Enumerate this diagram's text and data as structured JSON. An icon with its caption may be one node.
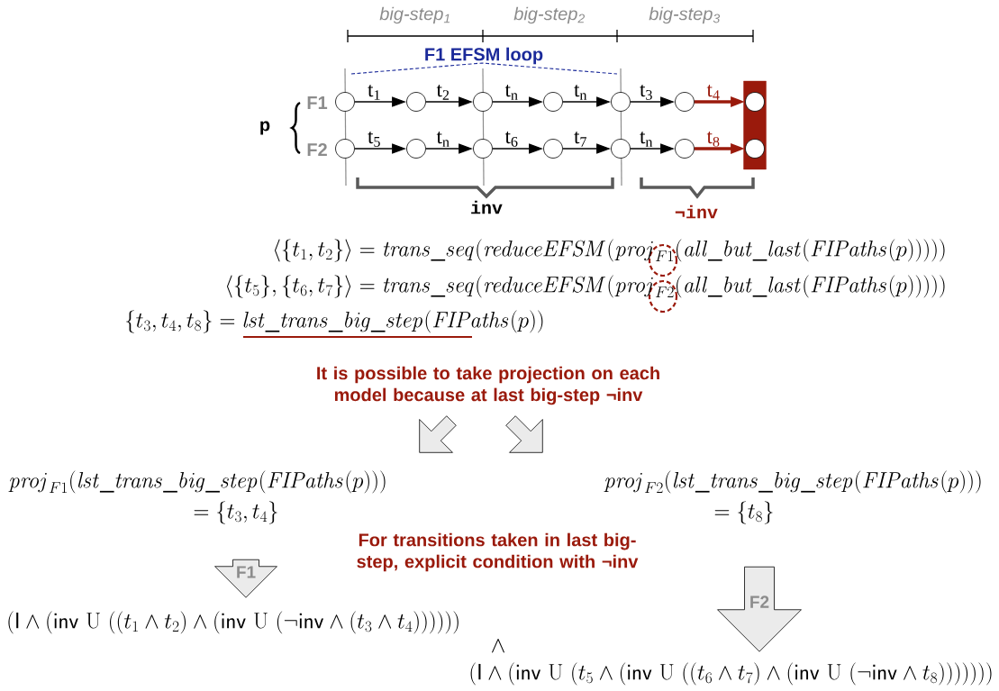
{
  "diagram": {
    "nodes": [
      {
        "text": [],
        "shape": "bar"
      },
      {
        "text": [],
        "shape": "circle"
      },
      {
        "text": [],
        "shape": "circle"
      },
      {
        "text": [],
        "shape": "circle"
      },
      {
        "text": [],
        "shape": "circle"
      },
      {
        "text": [],
        "shape": "circle"
      },
      {
        "text": [],
        "shape": "circle"
      },
      {
        "text": [],
        "shape": "circle",
        "in": 0
      },
      {
        "text": [],
        "shape": "circle"
      },
      {
        "text": [],
        "shape": "circle"
      },
      {
        "text": [],
        "shape": "circle"
      },
      {
        "text": [],
        "shape": "circle"
      },
      {
        "text": [],
        "shape": "circle"
      },
      {
        "text": [],
        "shape": "circle"
      },
      {
        "text": [],
        "shape": "circle",
        "in": 0
      },
      {
        "text": [],
        "shape": "arrow"
      },
      {
        "text": [],
        "shape": "arrow"
      },
      {
        "text": [
          "F1"
        ]
      },
      {
        "text": [
          "F2"
        ]
      }
    ],
    "edges": [
      {
        "from": 1,
        "to": 2,
        "arrow": "to",
        "label": "t$_{1}$"
      },
      {
        "from": 2,
        "to": 3,
        "arrow": "to",
        "label": "t$_{2}$"
      },
      {
        "from": 3,
        "to": 4,
        "arrow": "to",
        "label": "t$_{n}$"
      },
      {
        "from": 4,
        "to": 5,
        "arrow": "to",
        "label": "t$_{n}$"
      },
      {
        "from": 5,
        "to": 6,
        "arrow": "to",
        "label": "t$_{3}$"
      },
      {
        "from": 6,
        "to": 7,
        "arrow": "to",
        "label": "t$_{4}$",
        "style": "thick",
        "color": "#9a1a0c"
      },
      {
        "from": 8,
        "to": 9,
        "arrow": "to",
        "label": "t$_{5}$"
      },
      {
        "from": 9,
        "to": 10,
        "arrow": "to",
        "label": "t$_{n}$"
      },
      {
        "from": 10,
        "to": 11,
        "arrow": "to",
        "label": "t$_{6}$"
      },
      {
        "from": 11,
        "to": 12,
        "arrow": "to",
        "label": "t$_{7}$"
      },
      {
        "from": 12,
        "to": 13,
        "arrow": "to",
        "label": "t$_{n}$"
      },
      {
        "from": 13,
        "to": 14,
        "arrow": "to",
        "label": "t$_{8}$",
        "style": "thick",
        "color": "#9a1a0c"
      }
    ],
    "labels": [
      "big-step$_{1}$",
      "big-step$_{2}$",
      "big-step$_{3}$",
      "F1 EFSM loop",
      "p",
      "F1",
      "F2",
      "inv",
      "¬inv",
      "\\langle\\{t_1,t_2\\}\\rangle=\\mathit{trans\\_seq}(\\mathit{reduceEFSM}(\\mathit{proj}_{F1}(\\mathit{all\\_but\\_last}(\\mathit{FIPaths}(p)))))",
      "\\langle\\{t_5\\},\\{t_6,t_7\\}\\rangle=\\mathit{trans\\_seq}(\\mathit{reduceEFSM}(\\mathit{proj}_{F2}(\\mathit{all\\_but\\_last}(\\mathit{FIPaths}(p)))))",
      "\\{t_3,t_4,t_8\\}=\\mathit{lst\\_trans\\_big\\_step}(\\mathit{FIPaths}(p))",
      "It is possible to take projection on each model because at last big-step ¬inv",
      "\\mathit{proj}_{F1}(\\mathit{lst\\_trans\\_big\\_step}(\\mathit{FIPaths}(p)))",
      "=\\{t_3,t_4\\}",
      "\\mathit{proj}_{F2}(\\mathit{lst\\_trans\\_big\\_step}(\\mathit{FIPaths}(p)))",
      "=\\{t_8\\}",
      "For transitions taken in last big-step, explicit condition with ¬inv",
      "(\\mathsf{I}\\wedge(\\mathsf{inv}\\ \\mathrm{U}\\ ((t_1\\wedge t_2)\\wedge(\\mathsf{inv}\\ \\mathrm{U}\\ (\\neg\\mathsf{inv}\\wedge(t_3\\wedge t_4))))))",
      "\\wedge",
      "(\\mathsf{I}\\wedge(\\mathsf{inv}\\ \\mathrm{U}\\ (t_5\\wedge(\\mathsf{inv}\\ \\mathrm{U}\\ ((t_6\\wedge t_7)\\wedge(\\mathsf{inv}\\ \\mathrm{U}\\ (\\neg\\mathsf{inv}\\wedge t_8)))))))"
    ]
  }
}
